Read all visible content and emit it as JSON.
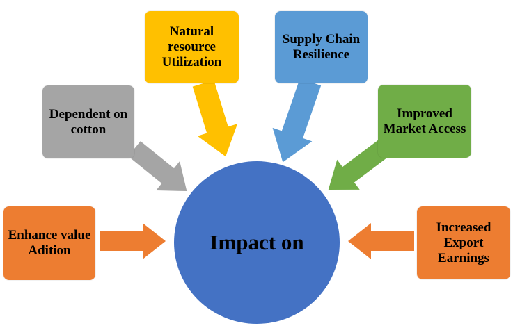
{
  "center": {
    "label": "Impact on",
    "color": "#4472C4"
  },
  "boxes": [
    {
      "label": "Enhance value Adition",
      "color": "#ED7D31"
    },
    {
      "label": "Dependent on cotton",
      "color": "#A5A5A5"
    },
    {
      "label": "Natural resource Utilization",
      "color": "#FFC000"
    },
    {
      "label": "Supply Chain Resilience",
      "color": "#5B9BD5"
    },
    {
      "label": "Improved Market Access",
      "color": "#70AD47"
    },
    {
      "label": "Increased Export Earnings",
      "color": "#ED7D31"
    }
  ]
}
